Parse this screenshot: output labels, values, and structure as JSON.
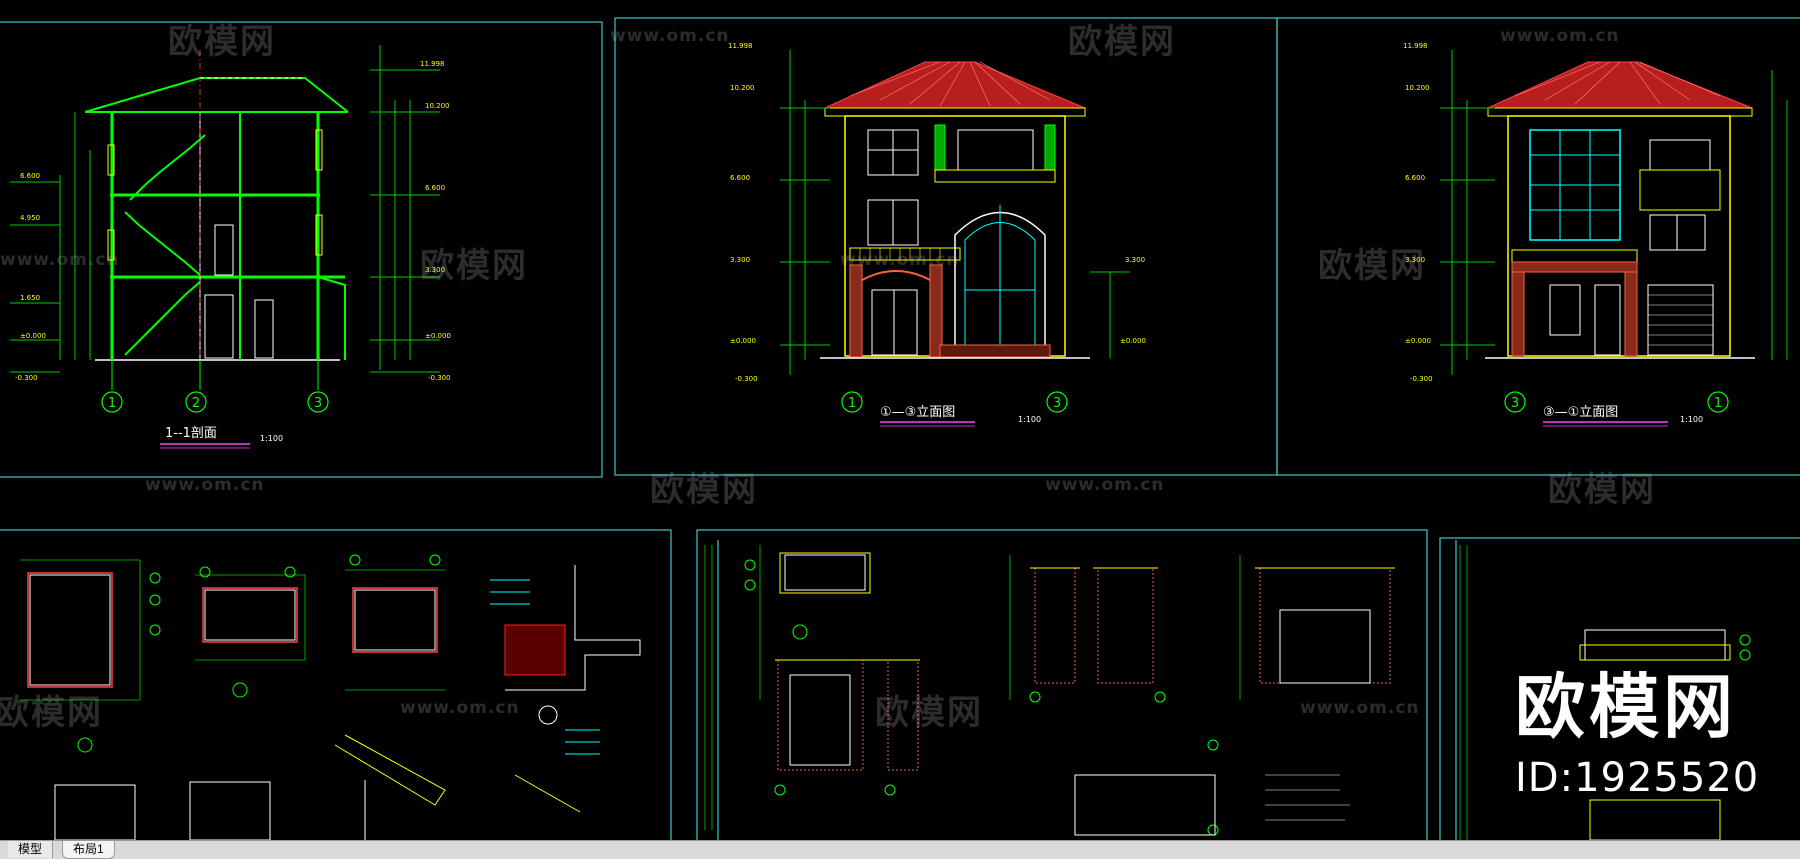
{
  "drawing": {
    "section_title": "1--1剖面",
    "front_title": "①—③立面图",
    "rear_title": "③—①立面图",
    "scale": "1:100",
    "axis_labels": [
      "1",
      "2",
      "3"
    ],
    "elevations": [
      "11.998",
      "10.200",
      "6.600",
      "4.950",
      "3.300",
      "1.650",
      "±0.000",
      "-0.300"
    ]
  },
  "watermark": {
    "cn": "欧模网",
    "url": "www.om.cn",
    "big_logo": "欧模网",
    "id_text": "ID:1925520"
  },
  "tabs": {
    "model": "模型",
    "layout1": "布局1"
  },
  "colors": {
    "background": "#000000",
    "frame": "#3cc8c8",
    "wall": "#00ff00",
    "roof": "#c83232",
    "structure": "#ffff00",
    "window": "#00ffff",
    "dimension": "#00cc00"
  }
}
